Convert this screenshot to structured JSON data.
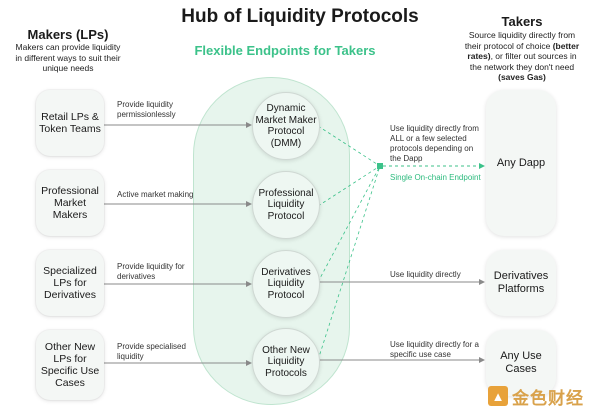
{
  "title": "Hub of Liquidity Protocols",
  "subtitle": "Flexible Endpoints for Takers",
  "makers": {
    "heading": "Makers (LPs)",
    "description": "Makers can provide liquidity in different ways to suit their unique needs",
    "items": [
      "Retail LPs & Token Teams",
      "Professional Market Makers",
      "Specialized LPs for Derivatives",
      "Other New LPs for Specific Use Cases"
    ]
  },
  "maker_links": [
    "Provide liquidity permissionlessly",
    "Active market making",
    "Provide liquidity for derivatives",
    "Provide specialised liquidity"
  ],
  "protocols": [
    "Dynamic Market Maker Protocol (DMM)",
    "Professional Liquidity Protocol",
    "Derivatives Liquidity Protocol",
    "Other New Liquidity Protocols"
  ],
  "taker_links": {
    "dapp": "Use liquidity directly from ALL or a few selected protocols depending on the Dapp",
    "endpoint": "Single On-chain Endpoint",
    "derivatives": "Use liquidity directly",
    "use_case": "Use liquidity directly for a specific use case"
  },
  "takers": {
    "heading": "Takers",
    "description_pre": "Source liquidity directly from their protocol of choice",
    "description_bold1": "(better rates)",
    "description_mid": ", or filter out sources in the network they don't need",
    "description_bold2": "(saves Gas)",
    "items": [
      "Any Dapp",
      "Derivatives Platforms",
      "Any Use Cases"
    ]
  },
  "watermark": "金色财经",
  "colors": {
    "accent": "#3cc28a",
    "capsule": "#e7f5ed",
    "arrow": "#8a8a8a"
  }
}
